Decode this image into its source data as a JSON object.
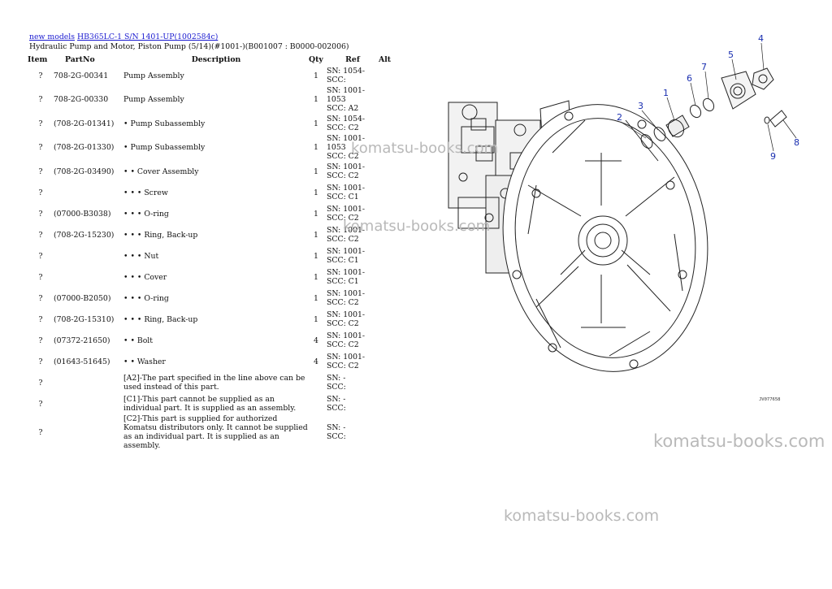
{
  "breadcrumb": {
    "link1": "new models",
    "link2": "HB365LC-1 S/N 1401-UP(1002584c)"
  },
  "title": "Hydraulic Pump and Motor, Piston Pump (5/14)(#1001-)(B001007 : B0000-002006)",
  "table": {
    "headers": {
      "item": "Item",
      "partno": "PartNo",
      "description": "Description",
      "qty": "Qty",
      "ref": "Ref",
      "alt": "Alt"
    },
    "rows": [
      {
        "item": "?",
        "partno": "708-2G-00341",
        "desc": "Pump Assembly",
        "qty": "1",
        "ref1": "SN: 1054-",
        "ref2": "SCC:"
      },
      {
        "item": "?",
        "partno": "708-2G-00330",
        "desc": "Pump Assembly",
        "qty": "1",
        "ref1": "SN: 1001-1053",
        "ref2": "SCC: A2"
      },
      {
        "item": "?",
        "partno": "(708-2G-01341)",
        "desc": "• Pump Subassembly",
        "qty": "1",
        "ref1": "SN: 1054-",
        "ref2": "SCC: C2"
      },
      {
        "item": "?",
        "partno": "(708-2G-01330)",
        "desc": "• Pump Subassembly",
        "qty": "1",
        "ref1": "SN: 1001-1053",
        "ref2": "SCC: C2"
      },
      {
        "item": "?",
        "partno": "(708-2G-03490)",
        "desc": "• • Cover Assembly",
        "qty": "1",
        "ref1": "SN: 1001-",
        "ref2": "SCC: C2"
      },
      {
        "item": "?",
        "partno": "",
        "desc": "• • • Screw",
        "qty": "1",
        "ref1": "SN: 1001-",
        "ref2": "SCC: C1"
      },
      {
        "item": "?",
        "partno": "(07000-B3038)",
        "desc": "• • • O-ring",
        "qty": "1",
        "ref1": "SN: 1001-",
        "ref2": "SCC: C2"
      },
      {
        "item": "?",
        "partno": "(708-2G-15230)",
        "desc": "• • • Ring, Back-up",
        "qty": "1",
        "ref1": "SN: 1001-",
        "ref2": "SCC: C2"
      },
      {
        "item": "?",
        "partno": "",
        "desc": "• • • Nut",
        "qty": "1",
        "ref1": "SN: 1001-",
        "ref2": "SCC: C1"
      },
      {
        "item": "?",
        "partno": "",
        "desc": "• • • Cover",
        "qty": "1",
        "ref1": "SN: 1001-",
        "ref2": "SCC: C1"
      },
      {
        "item": "?",
        "partno": "(07000-B2050)",
        "desc": "• • • O-ring",
        "qty": "1",
        "ref1": "SN: 1001-",
        "ref2": "SCC: C2"
      },
      {
        "item": "?",
        "partno": "(708-2G-15310)",
        "desc": "• • • Ring, Back-up",
        "qty": "1",
        "ref1": "SN: 1001-",
        "ref2": "SCC: C2"
      },
      {
        "item": "?",
        "partno": "(07372-21650)",
        "desc": "• • Bolt",
        "qty": "4",
        "ref1": "SN: 1001-",
        "ref2": "SCC: C2"
      },
      {
        "item": "?",
        "partno": "(01643-51645)",
        "desc": "• • Washer",
        "qty": "4",
        "ref1": "SN: 1001-",
        "ref2": "SCC: C2"
      }
    ],
    "notes": [
      {
        "item": "?",
        "desc": "[A2]-The part specified in the line above can be used instead of this part.",
        "ref1": "SN: -",
        "ref2": "SCC:"
      },
      {
        "item": "?",
        "desc": "[C1]-This part cannot be supplied as an individual part. It is supplied as an assembly.",
        "ref1": "SN: -",
        "ref2": "SCC:"
      },
      {
        "item": "?",
        "desc": "[C2]-This part is supplied for authorized Komatsu distributors only. It cannot be supplied as an individual part. It is supplied as an assembly.",
        "ref1": "SN: -",
        "ref2": "SCC:"
      }
    ]
  },
  "diagram": {
    "callouts": [
      "1",
      "2",
      "3",
      "4",
      "5",
      "6",
      "7",
      "8",
      "9"
    ],
    "drawing_code": "JV077658",
    "callout_color": "#1a2fb0"
  },
  "watermarks": [
    "komatsu-books.com",
    "komatsu-books.com",
    "komatsu-books.com",
    "komatsu-books.com"
  ]
}
